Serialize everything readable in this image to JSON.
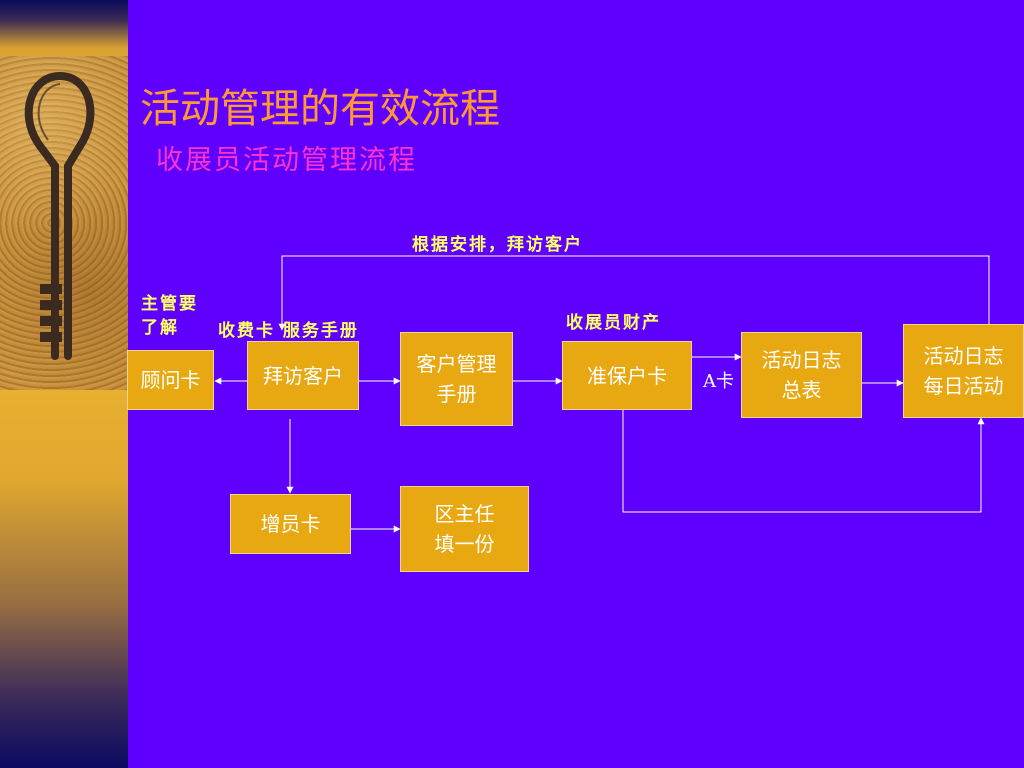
{
  "slide": {
    "title": "活动管理的有效流程",
    "subtitle": "收展员活动管理流程"
  },
  "notes": {
    "top_route": "根据安排，拜访客户",
    "supervisor": "主管要\n了解",
    "fees": "收费卡 服务手册",
    "assets": "收展员财产",
    "a_card": "A卡"
  },
  "boxes": {
    "consultant_card": "顾问卡",
    "visit_client": "拜访客户",
    "client_manual": "客户管理\n手册",
    "prospect_card": "准保户卡",
    "activity_summary": "活动日志\n总表",
    "activity_daily": "活动日志\n每日活动",
    "recruit_card": "增员卡",
    "district_fill": "区主任\n填一份"
  },
  "colors": {
    "background": "#5f00ff",
    "box_fill": "#e8a812",
    "title": "#ff9933",
    "subtitle": "#ff33cc",
    "note": "#ffff66",
    "line": "#ffffff"
  }
}
